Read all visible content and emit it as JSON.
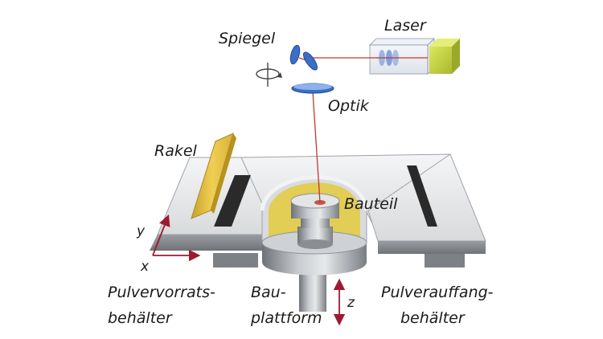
{
  "labels": {
    "laser": "Laser",
    "spiegel": "Spiegel",
    "optik": "Optik",
    "rakel": "Rakel",
    "bauteil": "Bauteil",
    "pulvervorrats_line1": "Pulvervorrats-",
    "pulvervorrats_line2": "behälter",
    "bau_line1": "Bau-",
    "bau_line2": "plattform",
    "pulverauffang_line1": "Pulverauffang-",
    "pulverauffang_line2": "behälter",
    "axis_x": "x",
    "axis_y": "y",
    "axis_z": "z"
  },
  "colors": {
    "laser_beam": "#c0392b",
    "laser_body": "#c8d93a",
    "blade": "#e8c547",
    "powder": "#e2cd55",
    "platform_metal": "#b9bcc0",
    "optic_blue": "#3a6fc4",
    "axis_arrow": "#9b1b30"
  }
}
